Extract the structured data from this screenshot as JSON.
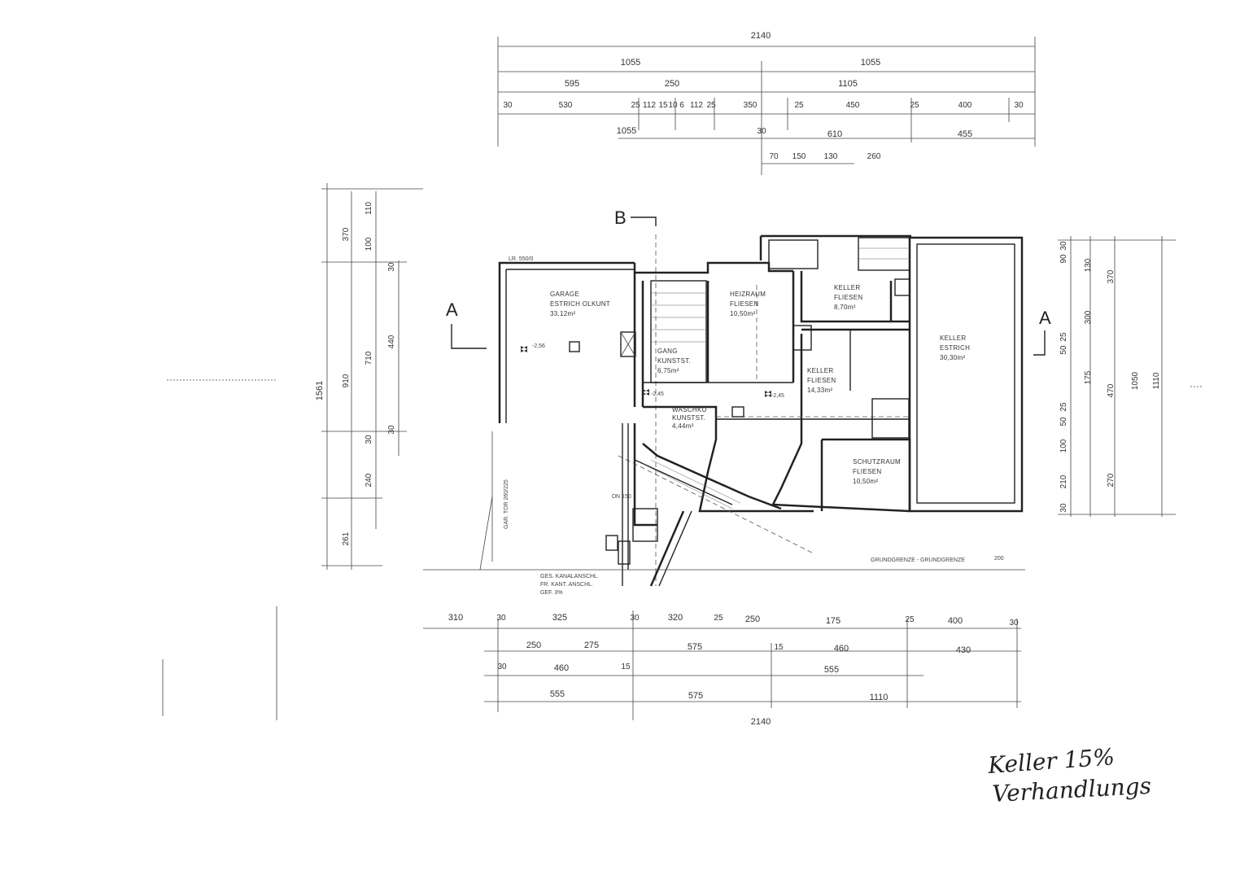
{
  "section_labels": {
    "a_left": "A",
    "a_right": "A",
    "b_top": "B"
  },
  "top_dims": {
    "row1": [
      "2140"
    ],
    "row2": [
      "1055",
      "1055"
    ],
    "row3": [
      "595",
      "250",
      "1105"
    ],
    "row4": [
      "30",
      "530",
      "25",
      "112",
      "15",
      "10",
      "6",
      "112",
      "25",
      "350",
      "25",
      "450",
      "25",
      "400",
      "30"
    ],
    "row5": [
      "1055",
      "30",
      "610",
      "455"
    ],
    "row6": [
      "70",
      "150",
      "130",
      "260"
    ]
  },
  "left_dims": [
    "1561",
    "370",
    "100",
    "110",
    "30",
    "910",
    "710",
    "440",
    "30",
    "30",
    "240",
    "261"
  ],
  "right_dims": [
    "30",
    "90",
    "130",
    "370",
    "300",
    "25",
    "50",
    "1050",
    "1110",
    "470",
    "175",
    "25",
    "50",
    "100",
    "270",
    "210",
    "30"
  ],
  "bottom_dims": {
    "row1": [
      "310",
      "30",
      "325",
      "30",
      "320",
      "25",
      "250",
      "175",
      "25",
      "400",
      "30"
    ],
    "row2": [
      "250",
      "275",
      "575",
      "15",
      "460",
      "430"
    ],
    "row3": [
      "30",
      "460",
      "15",
      "555"
    ],
    "row4": [
      "555",
      "575",
      "1110"
    ],
    "row5": [
      "2140"
    ]
  },
  "rooms": [
    {
      "name": "GARAGE",
      "floor": "ESTRICH OLKUNT",
      "area": "33,12m²"
    },
    {
      "name": "GANG",
      "floor": "KUNSTST.",
      "area": "6,75m²"
    },
    {
      "name": "HEIZRAUM",
      "floor": "FLIESEN",
      "area": "10,50m²"
    },
    {
      "name": "KELLER",
      "floor": "FLIESEN",
      "area": "8,70m²"
    },
    {
      "name": "KELLER",
      "floor": "ESTRICH",
      "area": "30,30m²"
    },
    {
      "name": "KELLER",
      "floor": "FLIESEN",
      "area": "14,33m²"
    },
    {
      "name": "WASCHKÜ",
      "floor": "KUNSTST.",
      "area": "4,44m²"
    },
    {
      "name": "SCHUTZRAUM",
      "floor": "FLIESEN",
      "area": "10,50m²"
    }
  ],
  "notes": {
    "lr_sill": "LR. 550/0",
    "level_garage": "-2,56",
    "level_center": "-2,45",
    "level_keller": "-2,45",
    "rohr": "DN 150",
    "kanal": [
      "GES. KANALANSCHL.",
      "FR. KANT. ANSCHL.",
      "GEF. 3%"
    ],
    "grenze": "GRUNDGRENZE - GRUNDGRENZE",
    "garage_gate": "GAR. TOR 260/225",
    "small_right": "200"
  },
  "handwriting": {
    "line1": "Keller 15%",
    "line2": "Verhandlungs"
  }
}
